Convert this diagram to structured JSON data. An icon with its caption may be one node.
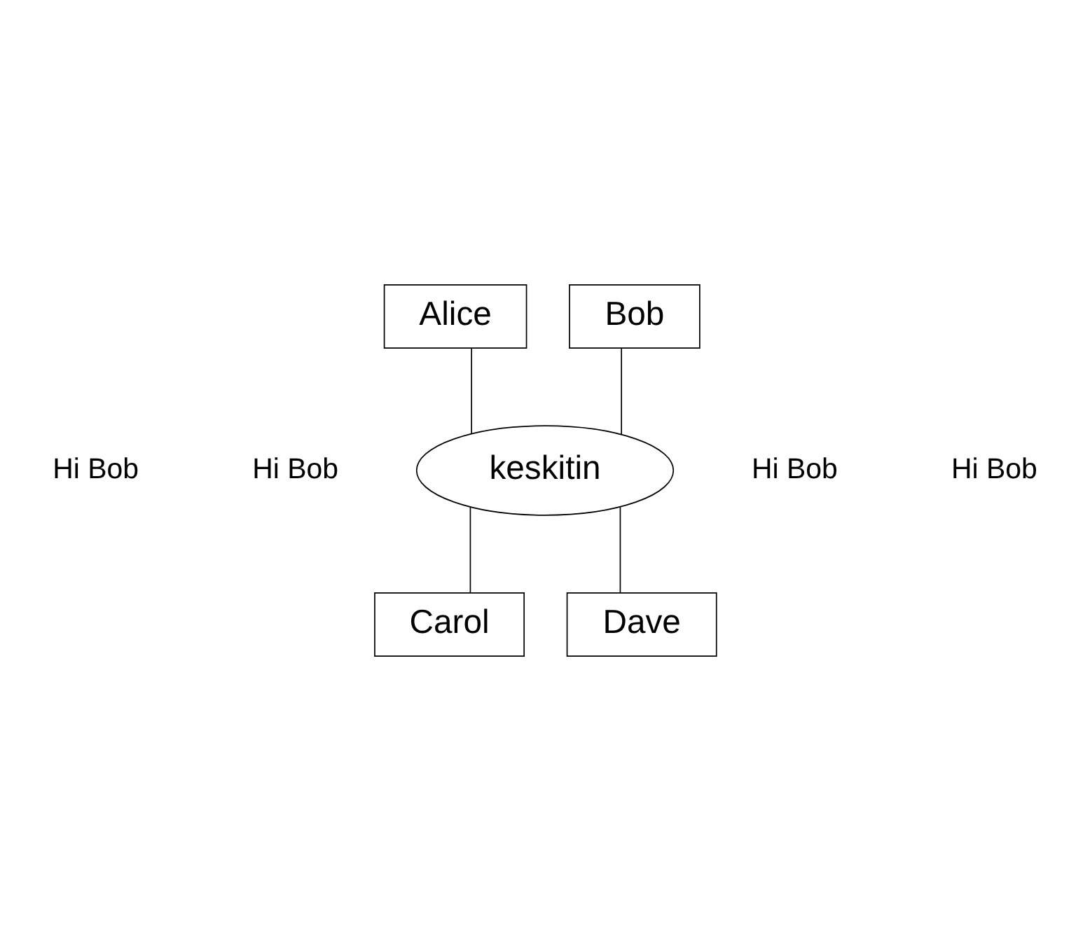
{
  "diagram": {
    "nodes": [
      {
        "text": [
          "Alice"
        ]
      },
      {
        "text": [
          "Bob"
        ]
      },
      {
        "text": [
          "keskitin"
        ]
      },
      {
        "text": [
          "Carol"
        ]
      },
      {
        "text": [
          "Dave"
        ]
      }
    ],
    "edges": [
      {
        "from": 0,
        "to": 2,
        "arrow": "none"
      },
      {
        "from": 1,
        "to": 2,
        "arrow": "none"
      },
      {
        "from": 2,
        "to": 3,
        "arrow": "none"
      },
      {
        "from": 2,
        "to": 4,
        "arrow": "none"
      }
    ],
    "labels": [
      "Hi Bob",
      "Hi Bob",
      "Hi Bob",
      "Hi Bob"
    ]
  }
}
